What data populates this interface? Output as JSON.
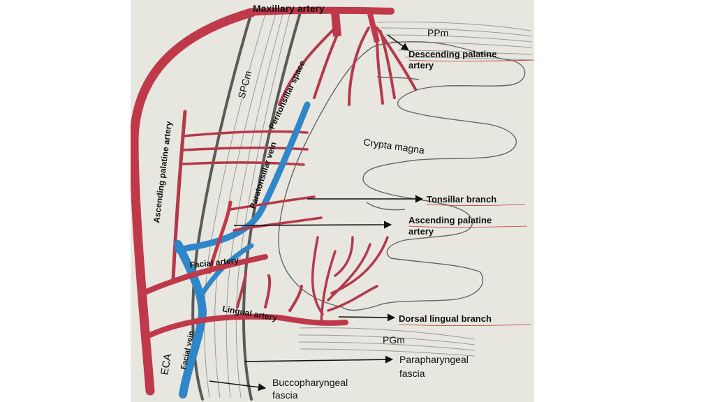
{
  "labels": {
    "maxillary_artery": "Maxillary artery",
    "ppm": "PPm",
    "descending_palatine": [
      "Descending palatine",
      "artery"
    ],
    "spcm": "SPCm",
    "peritonsillar_space": "Peritonsillar space",
    "ascending_palatine_artery_vertical": "Ascending palatine artery",
    "crypta_magna": "Crypta magna",
    "paratonsillar_vein": "Paratonsillar vein",
    "tonsillar_branch": "Tonsillar branch",
    "ascending_palatine_artery": [
      "Ascending palatine",
      "artery"
    ],
    "facial_artery": "Facial artery",
    "lingual_artery": "Lingual artery",
    "dorsal_lingual_branch": "Dorsal lingual branch",
    "pgm": "PGm",
    "eca": "ECA",
    "facial_vein": "Facial vein",
    "parapharyngeal_fascia": [
      "Parapharyngeal",
      "fascia"
    ],
    "buccopharyngeal_fascia": [
      "Buccopharyngeal",
      "fascia"
    ]
  },
  "colors": {
    "paper": "#e7e6df",
    "artery": "#c0394a",
    "vein": "#2f86c9",
    "pencil": "#555555",
    "muscle_stroke": "#9a9a9a",
    "label_underline": "#c0392b"
  }
}
